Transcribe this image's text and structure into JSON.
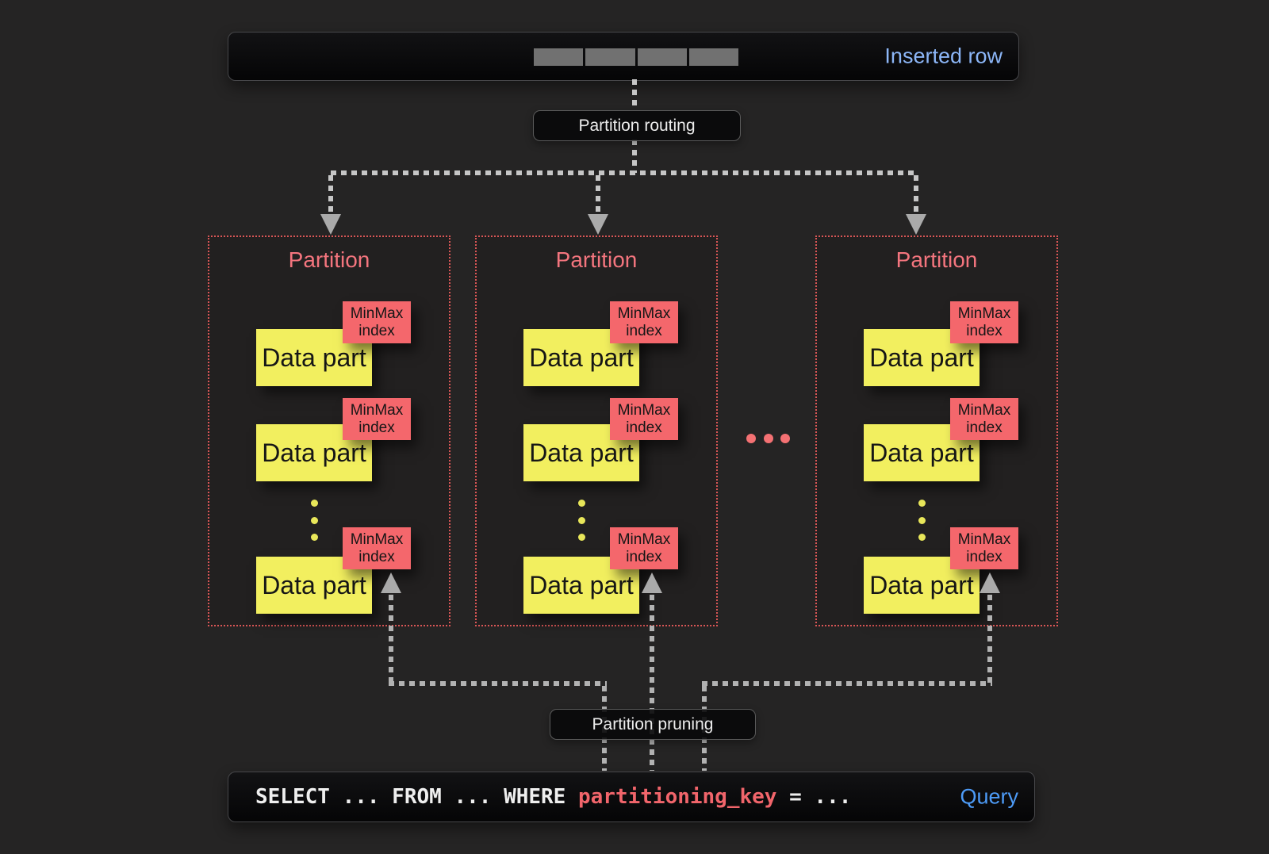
{
  "labels": {
    "inserted_row": "Inserted row",
    "partition_routing": "Partition routing",
    "partition_pruning": "Partition pruning",
    "data_part": "Data part",
    "minmax_line1": "MinMax",
    "minmax_line2": "index",
    "query": "Query",
    "more_parts_ellipsis": "...",
    "more_partitions_ellipsis": "..."
  },
  "partitions": [
    {
      "title": "Partition",
      "data_parts_shown": 3
    },
    {
      "title": "Partition",
      "data_parts_shown": 3
    },
    {
      "title": "Partition",
      "data_parts_shown": 3
    }
  ],
  "inserted_row": {
    "cell_count": 4
  },
  "query": {
    "sql_select": "SELECT ... FROM ... WHERE ",
    "sql_key": "partitioning_key",
    "sql_tail": " = ..."
  },
  "colors": {
    "background": "#252424",
    "bar_fill": "#070708",
    "data_part_yellow": "#f2ef5f",
    "minmax_red": "#f4676c",
    "partition_border_red": "#d95656",
    "partition_title_pink": "#f4757e",
    "inserted_row_blue": "#8cb6f7",
    "query_blue": "#4d9bf7",
    "sql_key_red": "#f1656b",
    "connector_gray": "#c6c6c6",
    "row_cell_gray": "#717171"
  }
}
